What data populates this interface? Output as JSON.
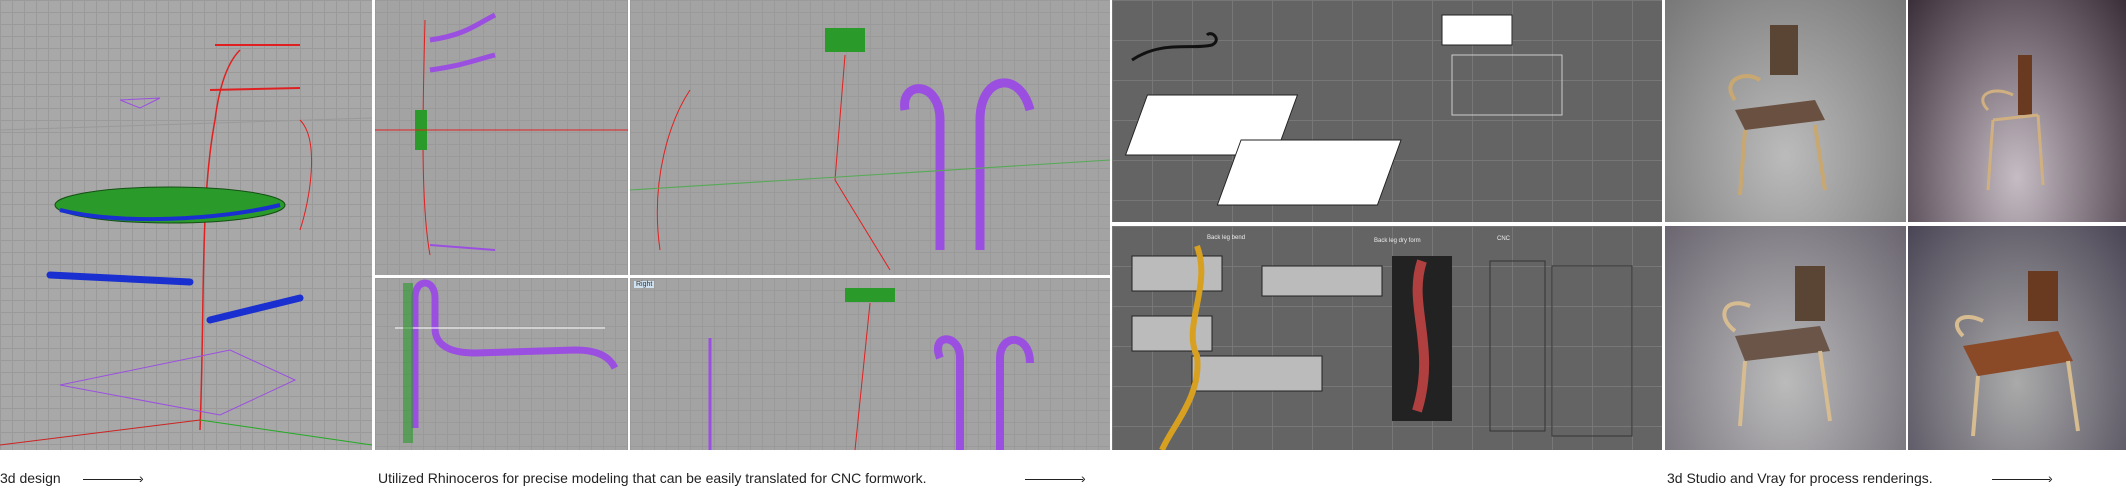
{
  "panels": {
    "design": {
      "title": "3d design perspective view"
    },
    "rhino": {
      "viewport_label": "Right"
    },
    "cnc": {
      "labels": [
        "Back leg bend",
        "Back leg dry form",
        "CNC"
      ]
    },
    "renders": {
      "count": 4
    }
  },
  "captions": {
    "design": "3d design",
    "rhino": "Utilized Rhinoceros for precise modeling that can be easily translated for CNC formwork.",
    "render": "3d Studio and Vray for process renderings.",
    "arrow": "›"
  },
  "colors": {
    "curve_red": "#e02020",
    "curve_purple": "#9b4fe0",
    "green": "#1f8a1f",
    "blue": "#1a2fd0"
  }
}
